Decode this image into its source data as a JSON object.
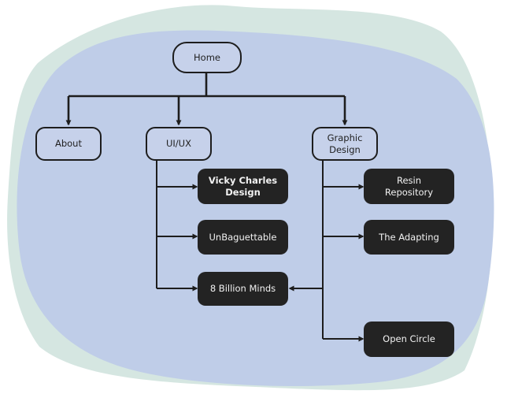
{
  "colors": {
    "blob_back": "#d5e6e1",
    "blob_front": "#bfcde8",
    "connector": "#1d1d1d",
    "node_light_fill": "#c6d1ea",
    "node_dark_fill": "#232323"
  },
  "nodes": {
    "home": "Home",
    "about": "About",
    "uiux": "UI/UX",
    "graphic_design": "Graphic\nDesign",
    "vicky_charles_design": "Vicky Charles\nDesign",
    "unbaguettable": "UnBaguettable",
    "eight_billion_minds": "8 Billion Minds",
    "resin_repository": "Resin\nRepository",
    "the_adapting": "The Adapting",
    "open_circle": "Open Circle"
  }
}
